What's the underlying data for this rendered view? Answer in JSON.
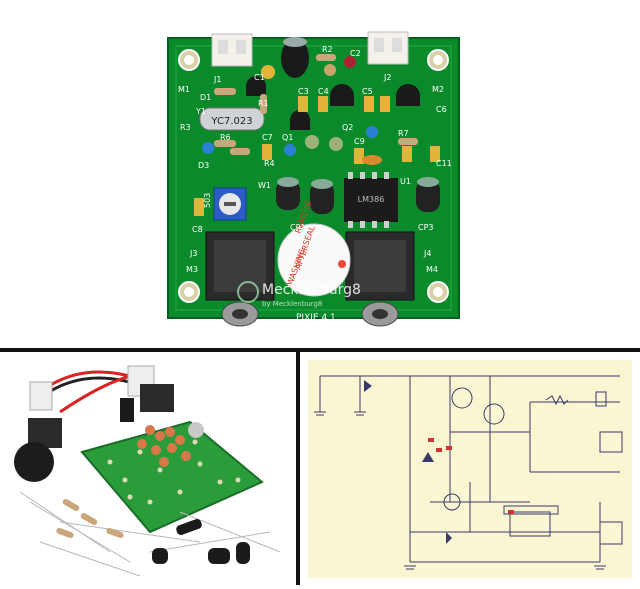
{
  "top_board": {
    "board_color": "#0b8a2c",
    "silkscreen_color": "#ffffff",
    "crystal_label": "YC7.023",
    "buzzer_text": [
      "REMOVE",
      "SEAL",
      "AFTER",
      "WASHING"
    ],
    "watermark": "Mecklenburg8",
    "watermark_small": "by Mecklenburg8",
    "board_name": "PIXIE 4.1",
    "ic_label": "LM386",
    "labels": {
      "j1": "J1",
      "j2": "J2",
      "j3": "J3",
      "j4": "J4",
      "m1": "M1",
      "m2": "M2",
      "m3": "M3",
      "m4": "M4",
      "r1": "R1",
      "r2": "R2",
      "r3": "R3",
      "r4": "R4",
      "r6": "R6",
      "r7": "R7",
      "c1": "C1",
      "c2": "C2",
      "c3": "C3",
      "c4": "C4",
      "c5": "C5",
      "c6": "C6",
      "c7": "C7",
      "c8": "C8",
      "c9": "C9",
      "c11": "C11",
      "q1": "Q1",
      "q2": "Q2",
      "d1": "D1",
      "d3": "D3",
      "y1": "Y1",
      "w1": "W1",
      "u1": "U1",
      "cp1": "CP1",
      "cp3": "CP3",
      "pot": "503"
    }
  },
  "kit_photo": {
    "pcb_color": "#2a9d3a",
    "cap_color": "#d9774a"
  },
  "schematic": {
    "background": "#fbf6d2",
    "line_color": "#3a3a6a"
  }
}
